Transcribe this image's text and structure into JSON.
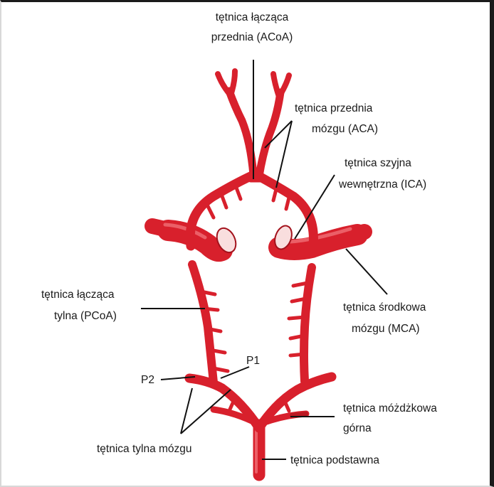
{
  "labels": {
    "acoa_line1": "tętnica łącząca",
    "acoa_line2": "przednia (ACoA)",
    "aca_line1": "tętnica przednia",
    "aca_line2": "mózgu (ACA)",
    "ica_line1": "tętnica szyjna",
    "ica_line2": "wewnętrzna (ICA)",
    "pcoa_line1": "tętnica łącząca",
    "pcoa_line2": "tylna (PCoA)",
    "mca_line1": "tętnica środkowa",
    "mca_line2": "mózgu (MCA)",
    "p1": "P1",
    "p2": "P2",
    "sca_line1": "tętnica móżdżkowa",
    "sca_line2": "górna",
    "pca": "tętnica tylna mózgu",
    "basilar": "tętnica podstawna"
  },
  "colors": {
    "artery": "#d8202c",
    "artery_highlight": "#f37a80",
    "artery_shadow": "#a3121c",
    "text": "#1a1a1a"
  }
}
